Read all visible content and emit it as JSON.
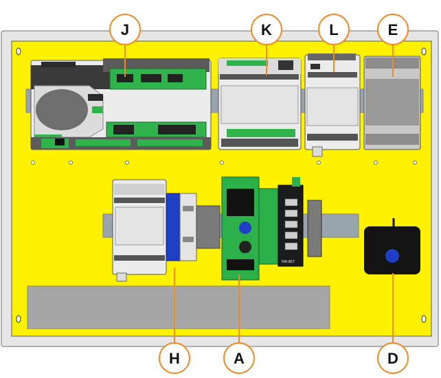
{
  "colors": {
    "panel": "#fff200",
    "frame": "#d9d9d9",
    "callout_ring": "#f08a24",
    "callout_fill": "#ffffff",
    "leader_line": "#f08a24",
    "device_white": "#ececec",
    "device_grey": "#8c8c8c",
    "pcb_green": "#2fb34a",
    "terminal_green": "#2bb04a",
    "module_blue": "#1f3fc4",
    "din_rail": "#9aa4ad",
    "cable_duct": "#a6a6a6",
    "sensor_black": "#141414",
    "switch_black": "#1c1c1c"
  },
  "callouts": {
    "J": "J",
    "K": "K",
    "L": "L",
    "E": "E",
    "H": "H",
    "A": "A",
    "D": "D"
  },
  "icons": {
    "panel": "enclosure-backplate",
    "J": "controller-board",
    "K": "io-module",
    "L": "io-module-small",
    "E": "power-supply",
    "H": "relay-and-terminal-block",
    "A": "power-supply-with-fuse",
    "D": "pressure-sensor"
  },
  "panel_label_text": "NW-8ET"
}
